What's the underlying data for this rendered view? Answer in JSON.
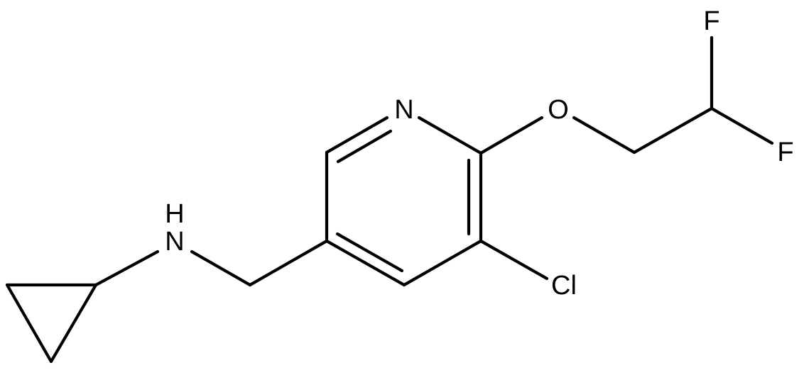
{
  "molecule": {
    "atoms": {
      "N_ring": "N",
      "O": "O",
      "F1": "F",
      "F2": "F",
      "Cl": "Cl",
      "NH_H": "H",
      "NH_N": "N"
    }
  }
}
